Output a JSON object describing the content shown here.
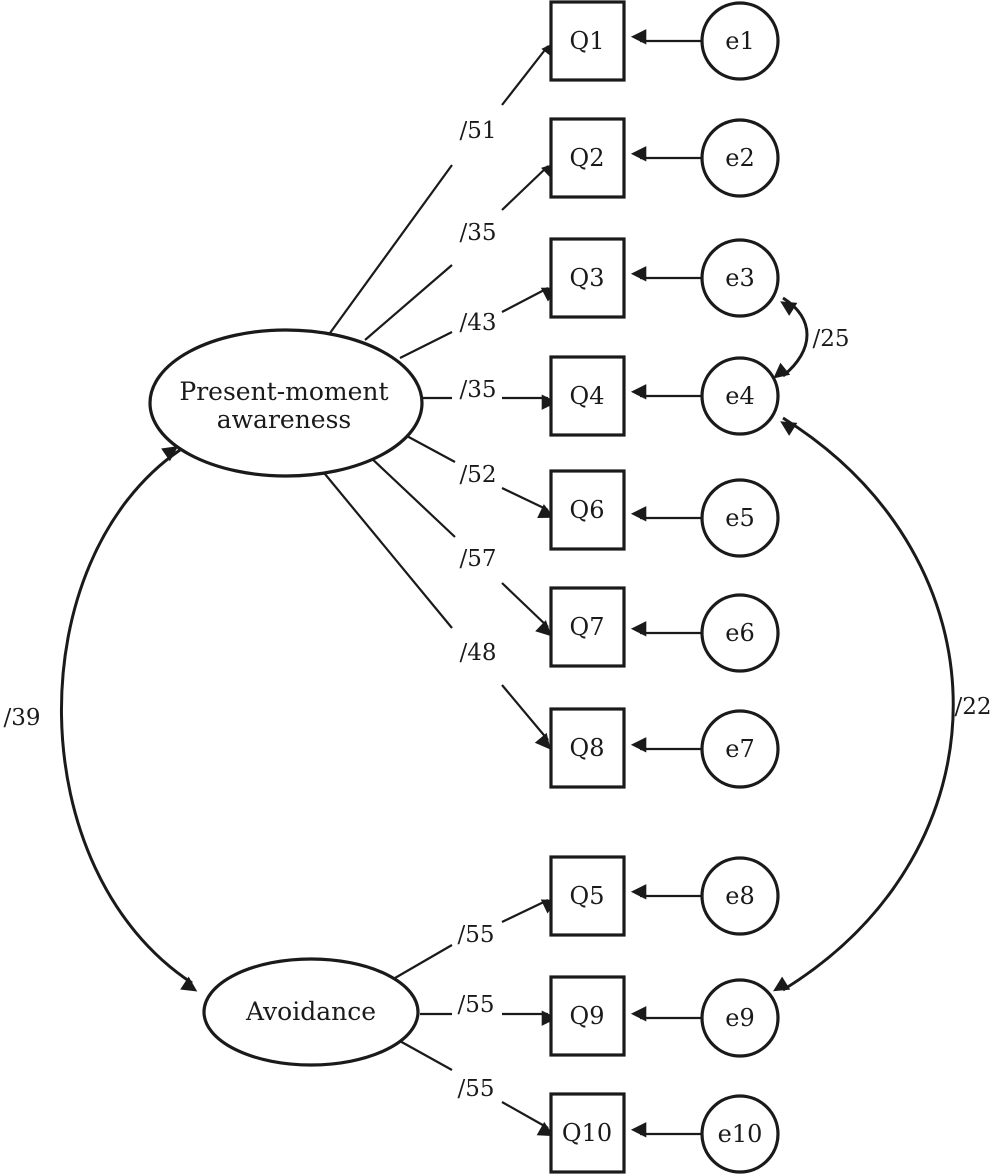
{
  "latents": {
    "pma": {
      "line1": "Present-moment",
      "line2": "awareness"
    },
    "avoid": {
      "label": "Avoidance"
    }
  },
  "items": [
    "Q1",
    "Q2",
    "Q3",
    "Q4",
    "Q6",
    "Q7",
    "Q8",
    "Q5",
    "Q9",
    "Q10"
  ],
  "errors": [
    "e1",
    "e2",
    "e3",
    "e4",
    "e5",
    "e6",
    "e7",
    "e8",
    "e9",
    "e10"
  ],
  "loadings": [
    "/51",
    "/35",
    "/43",
    "/35",
    "/52",
    "/57",
    "/48",
    "/55",
    "/55",
    "/55"
  ],
  "covariances": {
    "pma_avoid": "/39",
    "e3_e4": "/25",
    "e4_e9": "/22"
  },
  "colors": {
    "stroke": "#1a1a1a",
    "fill": "#ffffff"
  }
}
